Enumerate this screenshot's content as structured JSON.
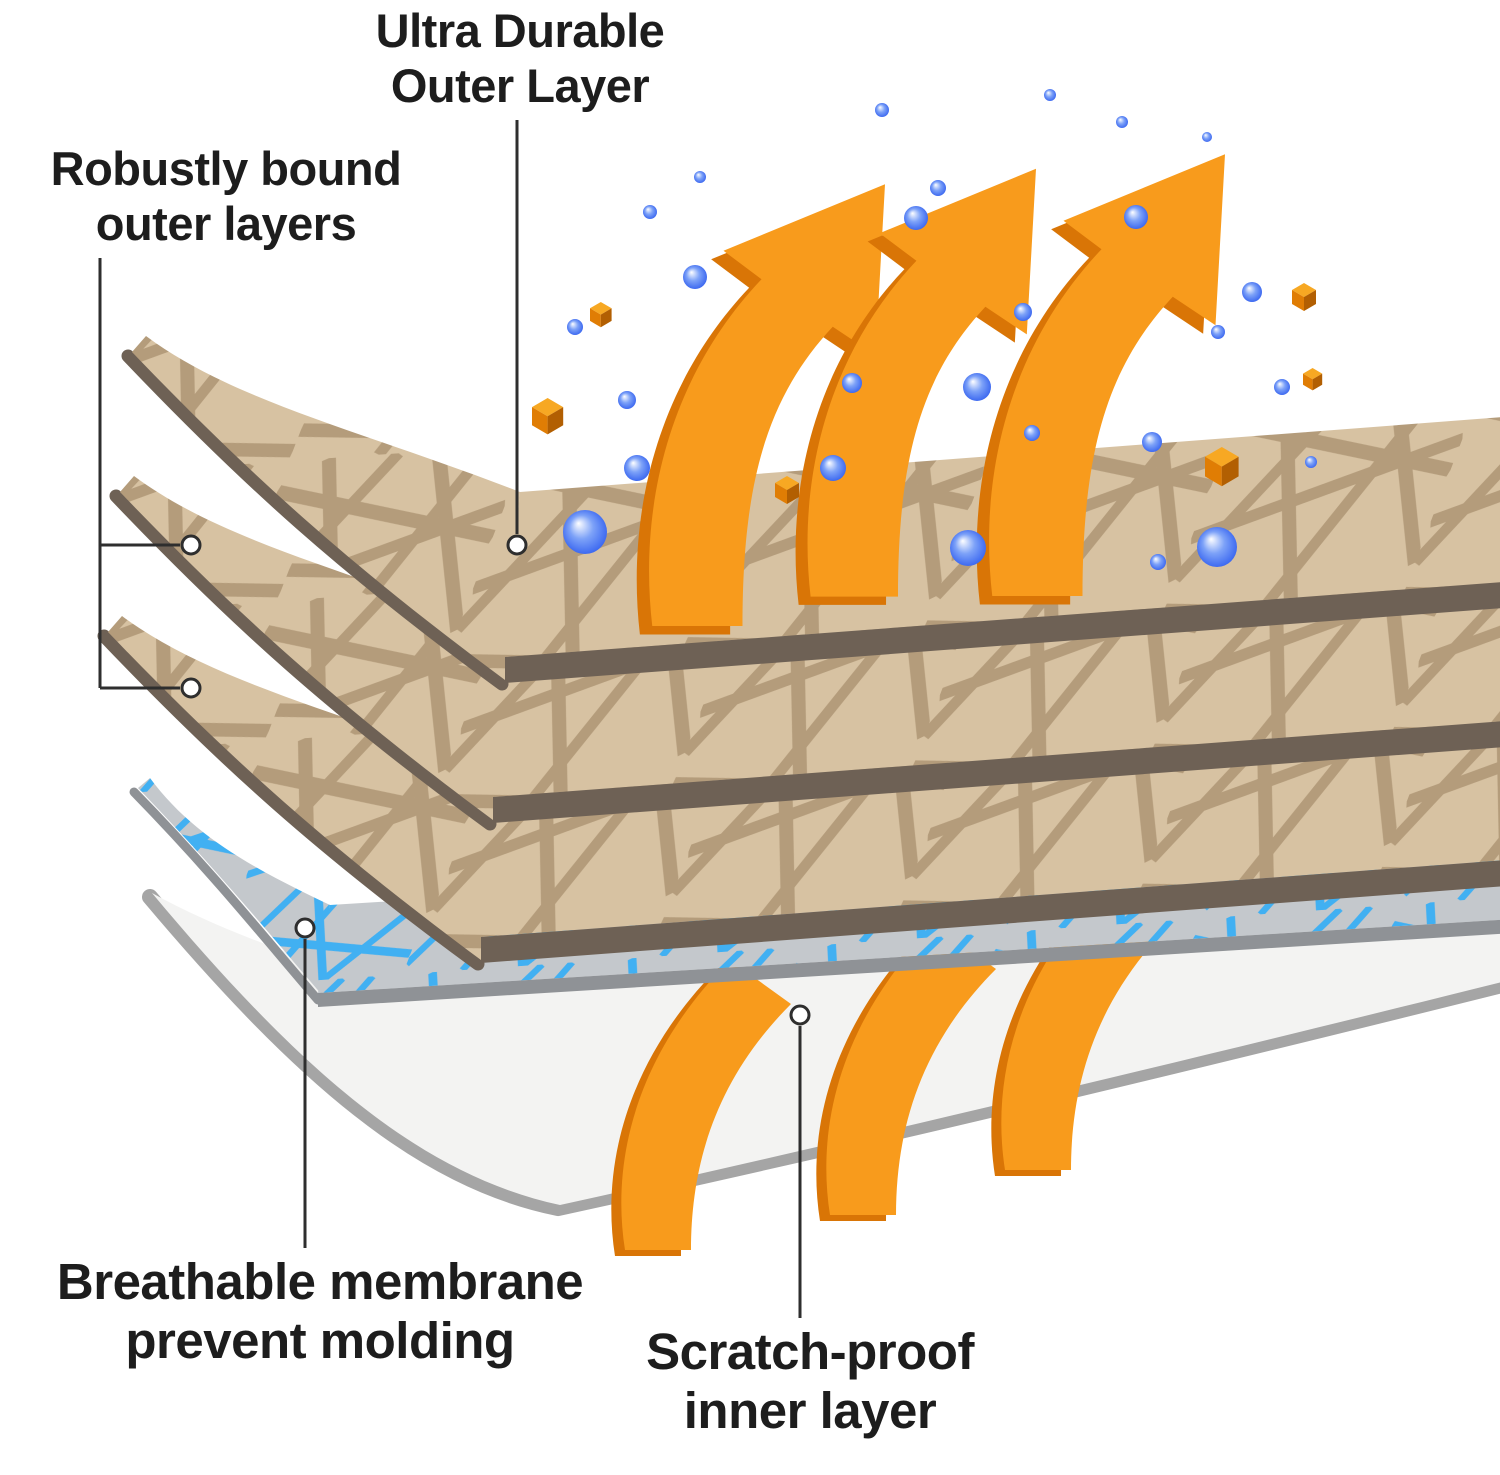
{
  "diagram": {
    "type": "layered-fabric-cross-section",
    "labels": {
      "outer": {
        "line1": "Ultra Durable",
        "line2": "Outer Layer"
      },
      "bound": {
        "line1": "Robustly bound",
        "line2": "outer layers"
      },
      "membrane": {
        "line1": "Breathable membrane",
        "line2": "prevent molding"
      },
      "inner": {
        "line1": "Scratch-proof",
        "line2": "inner layer"
      }
    },
    "layers": [
      {
        "name": "ultra-durable-outer-layer",
        "count": 3,
        "surface_color": "#d7c2a2",
        "fiber_color": "#b49c7b",
        "edge_color": "#6e6155"
      },
      {
        "name": "breathable-membrane",
        "surface_color": "#c4c8cc",
        "fiber_color": "#41b0f2",
        "edge_color": "#8f9296"
      },
      {
        "name": "scratch-proof-inner-layer",
        "surface_color": "#f3f3f2",
        "edge_color": "#a5a5a5"
      }
    ],
    "colors": {
      "arrow_orange": "#f89b1c",
      "arrow_orange_dark": "#d97506",
      "droplet_blue": "#2b59ee",
      "particle_orange": "#e07d04",
      "text": "#1d1d1d",
      "callout": "#2e2e2e",
      "background": "#ffffff"
    }
  }
}
